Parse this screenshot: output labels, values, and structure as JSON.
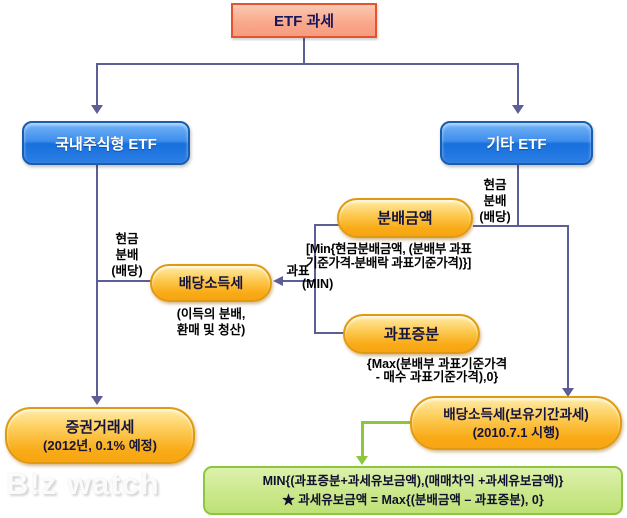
{
  "diagram": {
    "root": {
      "label": "ETF 과세"
    },
    "left_branch": {
      "etf_type": "국내주식형 ETF",
      "cash_dividend_label": "현금\n분배\n(배당)",
      "dividend_tax": "배당소득세",
      "dividend_tax_note": "(이득의 분배,\n환매 및 청산)",
      "transaction_tax_title": "증권거래세",
      "transaction_tax_note": "(2012년, 0.1% 예정)"
    },
    "right_branch": {
      "etf_type": "기타 ETF",
      "cash_dividend_label": "현금\n분배\n(배당)",
      "distribution_amount": "분배금액",
      "distribution_formula": "[Min{현금분배금액, (분배부 과표\n기준가격-분배락 과표기준가격)}]",
      "min_label": "(MIN)",
      "taxbase_arrow_label": "과표",
      "taxbase_increment": "과표증분",
      "taxbase_increment_formula": "{Max(분배부 과표기준가격\n- 매수 과표기준가격),0}",
      "holding_tax_title": "배당소득세(보유기간과세)",
      "holding_tax_note": "(2010.7.1 시행)"
    },
    "result_box": {
      "line1": "MIN{(과표증분+과세유보금액),(매매차익 +과세유보금액)}",
      "line2": "★ 과세유보금액 = Max{(분배금액 – 과표증분), 0}"
    },
    "watermark": "B!z watch",
    "colors": {
      "connector": "#5e5e96",
      "green_connector": "#8cc63f",
      "blue_node_border": "#1a5cad",
      "orange_node_border": "#e09a10",
      "root_border": "#e2552e",
      "root_fill": "#f9a98d",
      "result_border": "#8cc63f",
      "result_fill": "#cbe88c"
    }
  }
}
